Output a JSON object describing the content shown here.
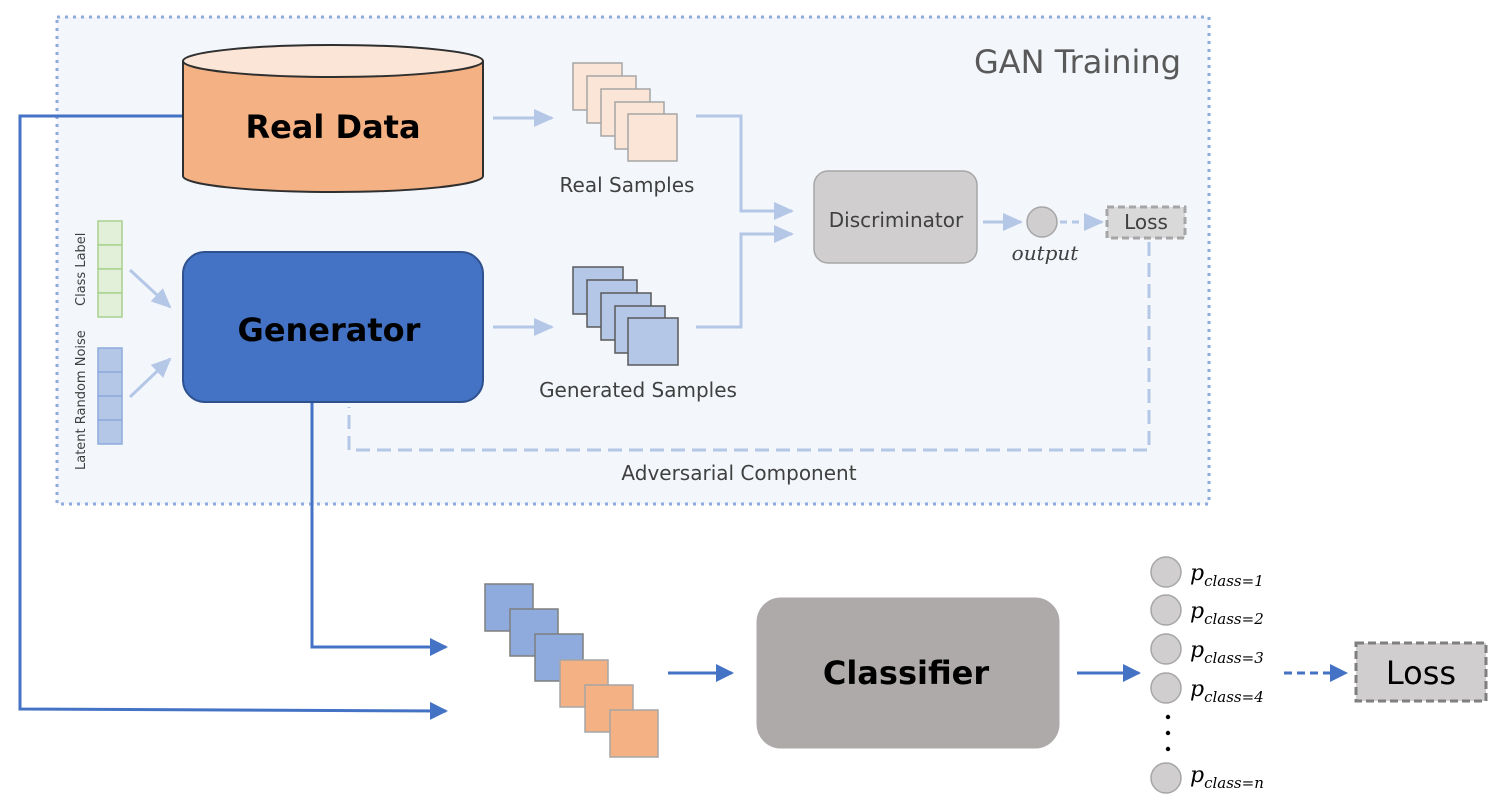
{
  "gan": {
    "title": "GAN Training",
    "real_data_label": "Real Data",
    "generator_label": "Generator",
    "real_samples_label": "Real Samples",
    "generated_samples_label": "Generated Samples",
    "discriminator_label": "Discriminator",
    "output_label": "output",
    "loss_label": "Loss",
    "class_label_label": "Class Label",
    "noise_label": "Latent Random Noise",
    "adversarial_label": "Adversarial Component"
  },
  "classifier": {
    "label": "Classifier",
    "loss_label": "Loss",
    "outputs": [
      {
        "base": "p",
        "sub": "class=1"
      },
      {
        "base": "p",
        "sub": "class=2"
      },
      {
        "base": "p",
        "sub": "class=3"
      },
      {
        "base": "p",
        "sub": "class=4"
      },
      {
        "base": "p",
        "sub": "class=n"
      }
    ]
  },
  "colors": {
    "real": "#f4b183",
    "generator": "#4472c4",
    "classifier": "#aeaaaa",
    "discriminator": "#d0cece",
    "flow_light": "#b4c7e7",
    "flow_dark": "#4472c4",
    "class_label": "#e2f0d9",
    "noise": "#b4c7e7"
  }
}
